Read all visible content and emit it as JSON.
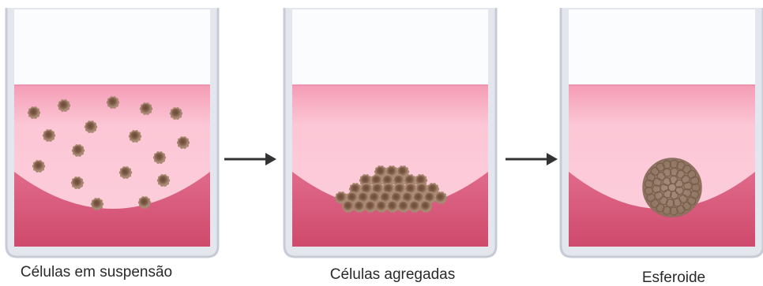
{
  "labels": {
    "stage1": "Células em suspensão",
    "stage2": "Células agregadas",
    "stage3": "Esferoide"
  },
  "colors": {
    "wall": "#c7cbd6",
    "wall_inner": "#e4e6ee",
    "air": "#fbfcfe",
    "medium_light": "#fcc7d6",
    "medium_band": "#f49cb5",
    "medium_dark": "#d95879",
    "cell_outer": "#9a7a66",
    "cell_inner": "#6b4a3a",
    "arrow": "#333333"
  },
  "icons": [
    "arrow-right-icon",
    "arrow-right-icon"
  ]
}
